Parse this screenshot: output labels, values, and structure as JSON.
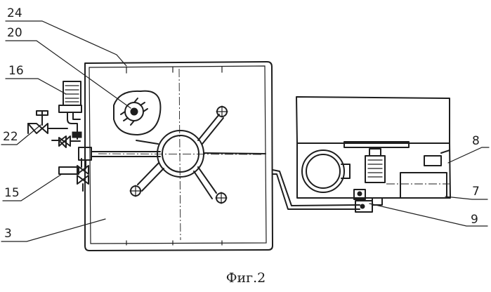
{
  "figure": {
    "caption": "Фиг.2",
    "labels": {
      "l24": "24",
      "l20": "20",
      "l16": "16",
      "l22": "22",
      "l15": "15",
      "l3": "3",
      "l8": "8",
      "l7": "7",
      "l9": "9"
    }
  }
}
